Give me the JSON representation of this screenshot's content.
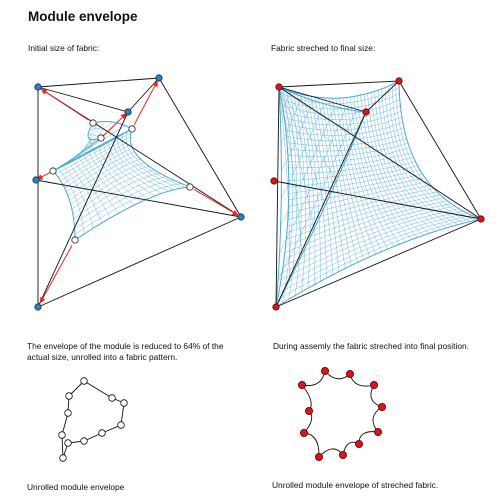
{
  "title": "Module envelope",
  "panels": {
    "top_left_caption": "Initial size of fabric:",
    "top_right_caption": "Fabric streched to final size:",
    "middle_left_caption": "The envelope of the module is reduced to 64% of the actual size, unrolled into a fabric pattern.",
    "middle_right_caption": "During assemly the fabric streched into final position.",
    "bottom_left_caption": "Unrolled module envelope",
    "bottom_right_caption": "Unrolled module envelope of streched fabric."
  },
  "colors": {
    "frame": "#111111",
    "mesh": "#4aa8d4",
    "arrow": "#e8261e",
    "node_blue": "#2f7fbf",
    "node_red": "#d8141c"
  },
  "shrink_ratio_percent": 64
}
